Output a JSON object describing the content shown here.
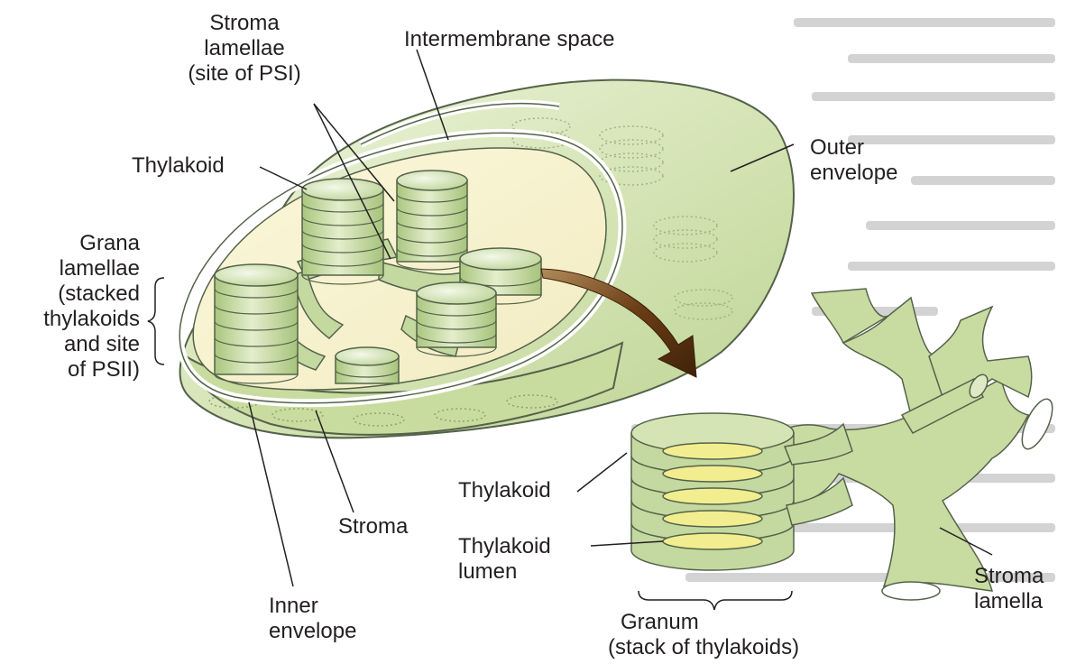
{
  "labels": {
    "stroma_lamellae_site": [
      "Stroma",
      "lamellae",
      "(site of PSI)"
    ],
    "intermembrane_space": "Intermembrane space",
    "thylakoid_top": "Thylakoid",
    "outer_envelope": [
      "Outer",
      "envelope"
    ],
    "grana_lamellae": [
      "Grana",
      "lamellae",
      "(stacked",
      "thylakoids",
      "and site",
      "of PSII)"
    ],
    "thylakoid_granum": "Thylakoid",
    "stroma": "Stroma",
    "thylakoid_lumen": [
      "Thylakoid",
      "lumen"
    ],
    "inner_envelope": [
      "Inner",
      "envelope"
    ],
    "granum": [
      "Granum",
      "(stack of thylakoids)"
    ],
    "stroma_lamella": [
      "Stroma",
      "lamella"
    ]
  },
  "colors": {
    "outer_green": "#d5e4b4",
    "outer_green_light": "#e8f0d4",
    "inner_cream": "#f8f3cf",
    "grana_green": "#bfd79a",
    "lumen_yellow": "#f2ee8f",
    "arrow_brown": "#5a3414",
    "line": "#3d3d3d",
    "bleed_text": "#c9c9c9"
  }
}
